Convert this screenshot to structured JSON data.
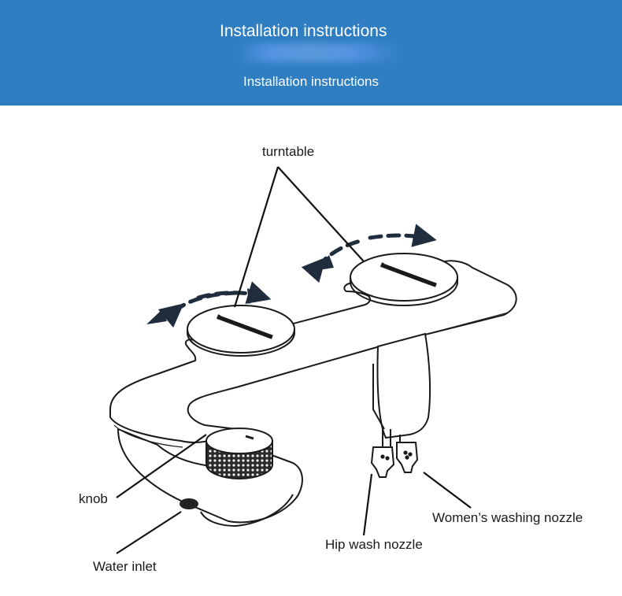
{
  "header": {
    "title": "Installation instructions",
    "subtitle": "Installation instructions",
    "background_color": "#2f7ec2"
  },
  "labels": {
    "turntable": "turntable",
    "knob": "knob",
    "water_inlet": "Water inlet",
    "hip_wash_nozzle": "Hip wash nozzle",
    "womens_washing_nozzle": "Women’s washing nozzle"
  },
  "colors": {
    "arrow": "#1f2d3d",
    "line": "#111111"
  }
}
